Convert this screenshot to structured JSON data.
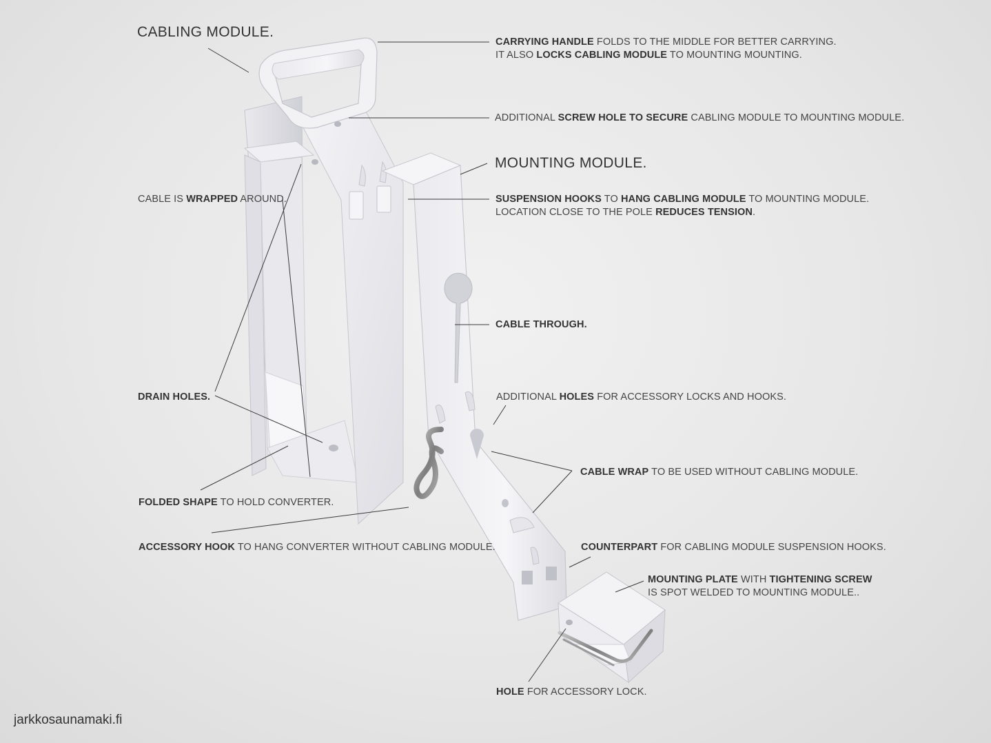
{
  "titles": {
    "cabling": "CABLING MODULE.",
    "mounting": "MOUNTING MODULE."
  },
  "callouts": {
    "carrying_handle": {
      "l1a": "CARRYING HANDLE",
      "l1b": " FOLDS TO THE MIDDLE FOR BETTER CARRYING.",
      "l2a": "IT ALSO ",
      "l2b": "LOCKS CABLING MODULE",
      "l2c": " TO MOUNTING MOUNTING."
    },
    "screw_hole": {
      "a": "ADDITIONAL ",
      "b": "SCREW HOLE TO SECURE",
      "c": " CABLING MODULE TO MOUNTING MODULE."
    },
    "suspension_hooks": {
      "l1a": "SUSPENSION HOOKS",
      "l1b": " TO ",
      "l1c": "HANG CABLING MODULE",
      "l1d": " TO MOUNTING MODULE.",
      "l2a": "LOCATION CLOSE TO THE POLE ",
      "l2b": "REDUCES TENSION",
      "l2c": "."
    },
    "cable_wrapped": {
      "a": "CABLE IS ",
      "b": "WRAPPED",
      "c": " AROUND."
    },
    "cable_through": {
      "a": "CABLE THROUGH."
    },
    "drain_holes": {
      "a": "DRAIN HOLES."
    },
    "additional_holes": {
      "a": "ADDITIONAL ",
      "b": "HOLES",
      "c": " FOR ACCESSORY LOCKS AND HOOKS."
    },
    "cable_wrap": {
      "a": "CABLE WRAP",
      "b": " TO BE USED WITHOUT CABLING MODULE."
    },
    "folded_shape": {
      "a": "FOLDED SHAPE",
      "b": " TO HOLD CONVERTER."
    },
    "accessory_hook": {
      "a": "ACCESSORY HOOK",
      "b": " TO HANG CONVERTER WITHOUT CABLING MODULE."
    },
    "counterpart": {
      "a": "COUNTERPART",
      "b": " FOR CABLING MODULE SUSPENSION HOOKS."
    },
    "mounting_plate": {
      "l1a": "MOUNTING PLATE",
      "l1b": " WITH ",
      "l1c": "TIGHTENING SCREW",
      "l2a": "IS SPOT WELDED TO MOUNTING MODULE.."
    },
    "hole_accessory_lock": {
      "a": "HOLE",
      "b": " FOR ACCESSORY LOCK."
    }
  },
  "credit": "jarkkosaunamaki.fi",
  "colors": {
    "metal_light": "#f4f4f6",
    "metal_mid": "#e3e3e8",
    "metal_shadow": "#c9c9d0",
    "leader": "#3a3a3a",
    "steel": "#8d8d8d"
  }
}
